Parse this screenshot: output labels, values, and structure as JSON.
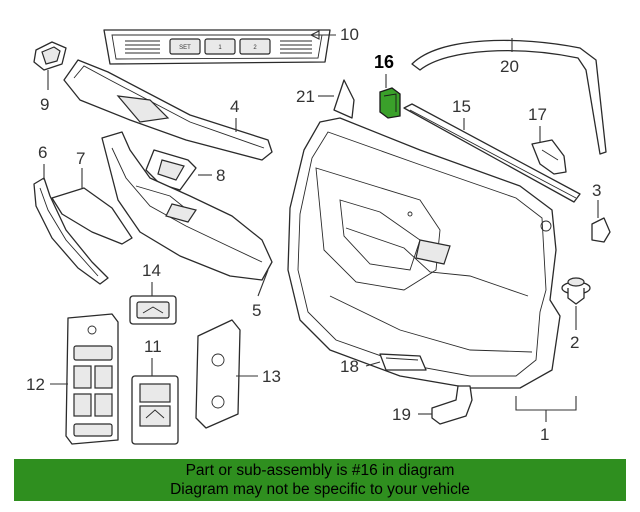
{
  "callouts": {
    "c1": "1",
    "c2": "2",
    "c3": "3",
    "c4": "4",
    "c5": "5",
    "c6": "6",
    "c7": "7",
    "c8": "8",
    "c9": "9",
    "c10": "10",
    "c11": "11",
    "c12": "12",
    "c13": "13",
    "c14": "14",
    "c15": "15",
    "c16": "16",
    "c17": "17",
    "c18": "18",
    "c19": "19",
    "c20": "20",
    "c21": "21"
  },
  "highlighted_part": "16",
  "memory_buttons": {
    "set": "SET",
    "one": "1",
    "two": "2"
  },
  "banner": {
    "line1": "Part or sub-assembly is #16 in diagram",
    "line2": "Diagram may not be specific to your vehicle"
  },
  "colors": {
    "banner_bg": "#2f8f1f",
    "highlight_part": "#3aa02a",
    "line": "#2b2b2b"
  }
}
